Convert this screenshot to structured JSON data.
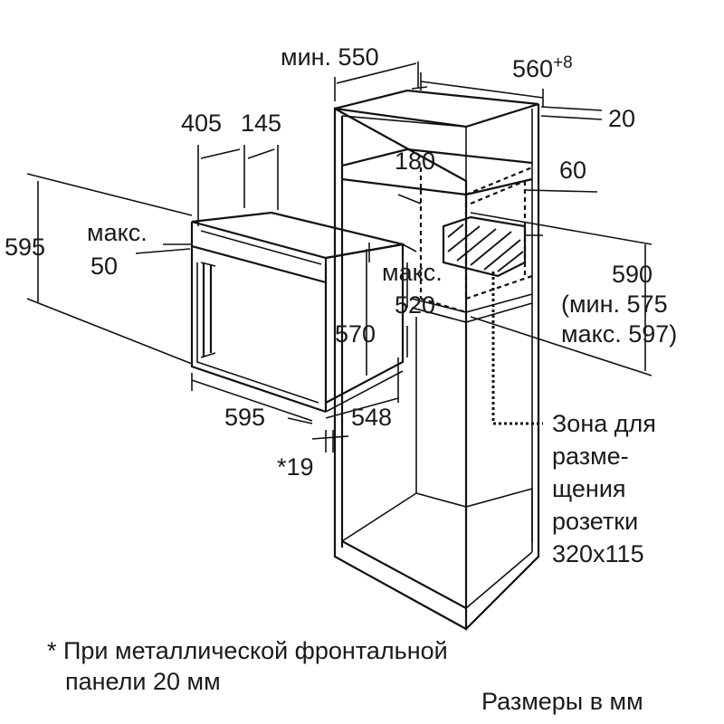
{
  "labels": {
    "cabinet_min_depth": "мин. 550",
    "cabinet_width_base": "560",
    "cabinet_width_sup": "+8",
    "back_gap": "20",
    "gap_180": "180",
    "vent_60": "60",
    "top_405": "405",
    "top_145": "145",
    "height_595": "595",
    "max_label": "макс.",
    "max_50": "50",
    "max_520_label": "макс.",
    "depth_520": "520",
    "niche_590": "590",
    "niche_min": "(мин. 575",
    "niche_max": "макс. 597)",
    "height_570": "570",
    "width_595": "595",
    "depth_548": "548",
    "front_19": "*19",
    "socket_zone": [
      "Зона для",
      "разме-",
      "щения",
      "розетки",
      "320x115"
    ],
    "footnote_line1": "* При металлической фронтальной",
    "footnote_line2": "панели 20 мм",
    "units_note": "Размеры в мм"
  },
  "icons": {
    "oven": "oven-drawing",
    "cabinet": "cabinet-drawing",
    "socket_zone": "hatched-socket-area"
  }
}
